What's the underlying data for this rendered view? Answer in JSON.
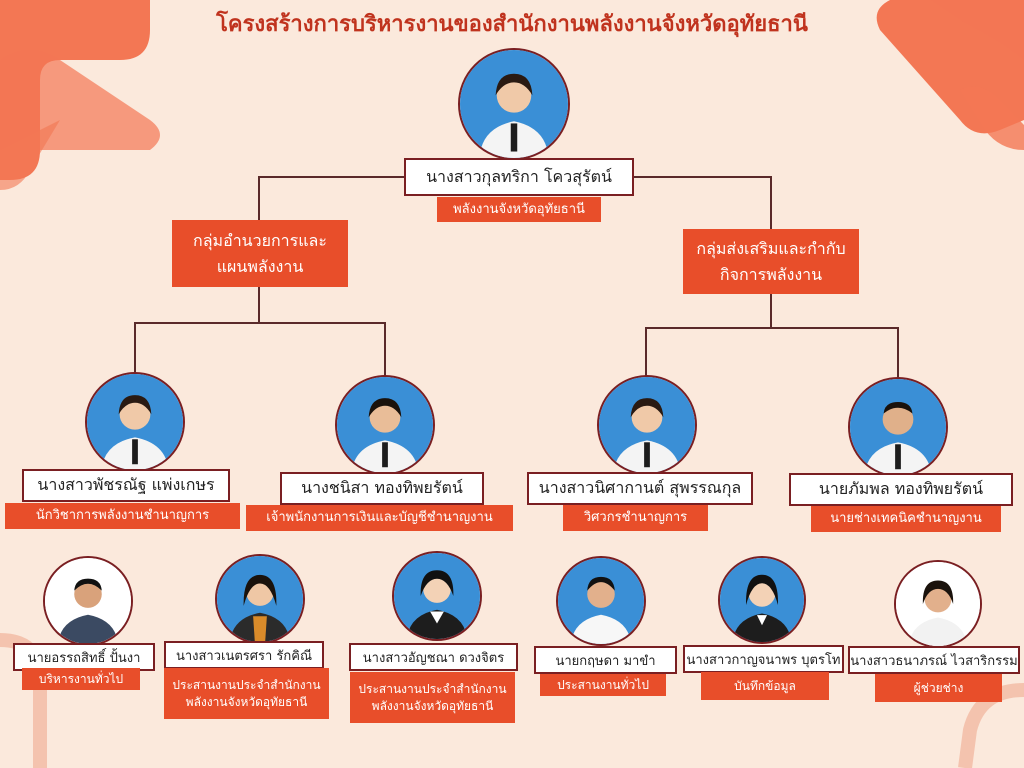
{
  "title": "โครงสร้างการบริหารงานของสำนักงานพลังงานจังหวัดอุทัยธานี",
  "colors": {
    "accent": "#e84e2a",
    "border": "#7a1f22",
    "background": "#fbe9dc",
    "title": "#c0331e"
  },
  "head": {
    "name": "นางสาวกุลทริกา โควสุรัตน์",
    "role": "พลังงานจังหวัดอุทัยธานี"
  },
  "groups": [
    {
      "label_line1": "กลุ่มอำนวยการและ",
      "label_line2": "แผนพลังงาน"
    },
    {
      "label_line1": "กลุ่มส่งเสริมและกำกับ",
      "label_line2": "กิจการพลังงาน"
    }
  ],
  "staff": [
    {
      "name": "นางสาวพัชรณัฐ แพ่งเกษร",
      "role": "นักวิชาการพลังงานชำนาญการ"
    },
    {
      "name": "นางชนิสา ทองทิพยรัตน์",
      "role": "เจ้าพนักงานการเงินและบัญชีชำนาญงาน"
    },
    {
      "name": "นางสาวนิศากานต์ สุพรรณกุล",
      "role": "วิศวกรชำนาญการ"
    },
    {
      "name": "นายภัมพล ทองทิพยรัตน์",
      "role": "นายช่างเทคนิคชำนาญงาน"
    }
  ],
  "support": [
    {
      "name": "นายอรรถสิทธิ์ ปั้นงา",
      "role_line1": "บริหารงานทั่วไป",
      "role_line2": ""
    },
    {
      "name": "นางสาวเนตรศรา รักคิณี",
      "role_line1": "ประสานงานประจำสำนักงาน",
      "role_line2": "พลังงานจังหวัดอุทัยธานี"
    },
    {
      "name": "นางสาวอัญชณา ดวงจิตร",
      "role_line1": "ประสานงานประจำสำนักงาน",
      "role_line2": "พลังงานจังหวัดอุทัยธานี"
    },
    {
      "name": "นายกฤษดา มาขำ",
      "role_line1": "ประสานงานทั่วไป",
      "role_line2": ""
    },
    {
      "name": "นางสาวกาญจนาพร บุตรโท",
      "role_line1": "บันทึกข้อมูล",
      "role_line2": ""
    },
    {
      "name": "นางสาวธนาภรณ์ ไวสาริกรรม",
      "role_line1": "ผู้ช่วยช่าง",
      "role_line2": ""
    }
  ]
}
